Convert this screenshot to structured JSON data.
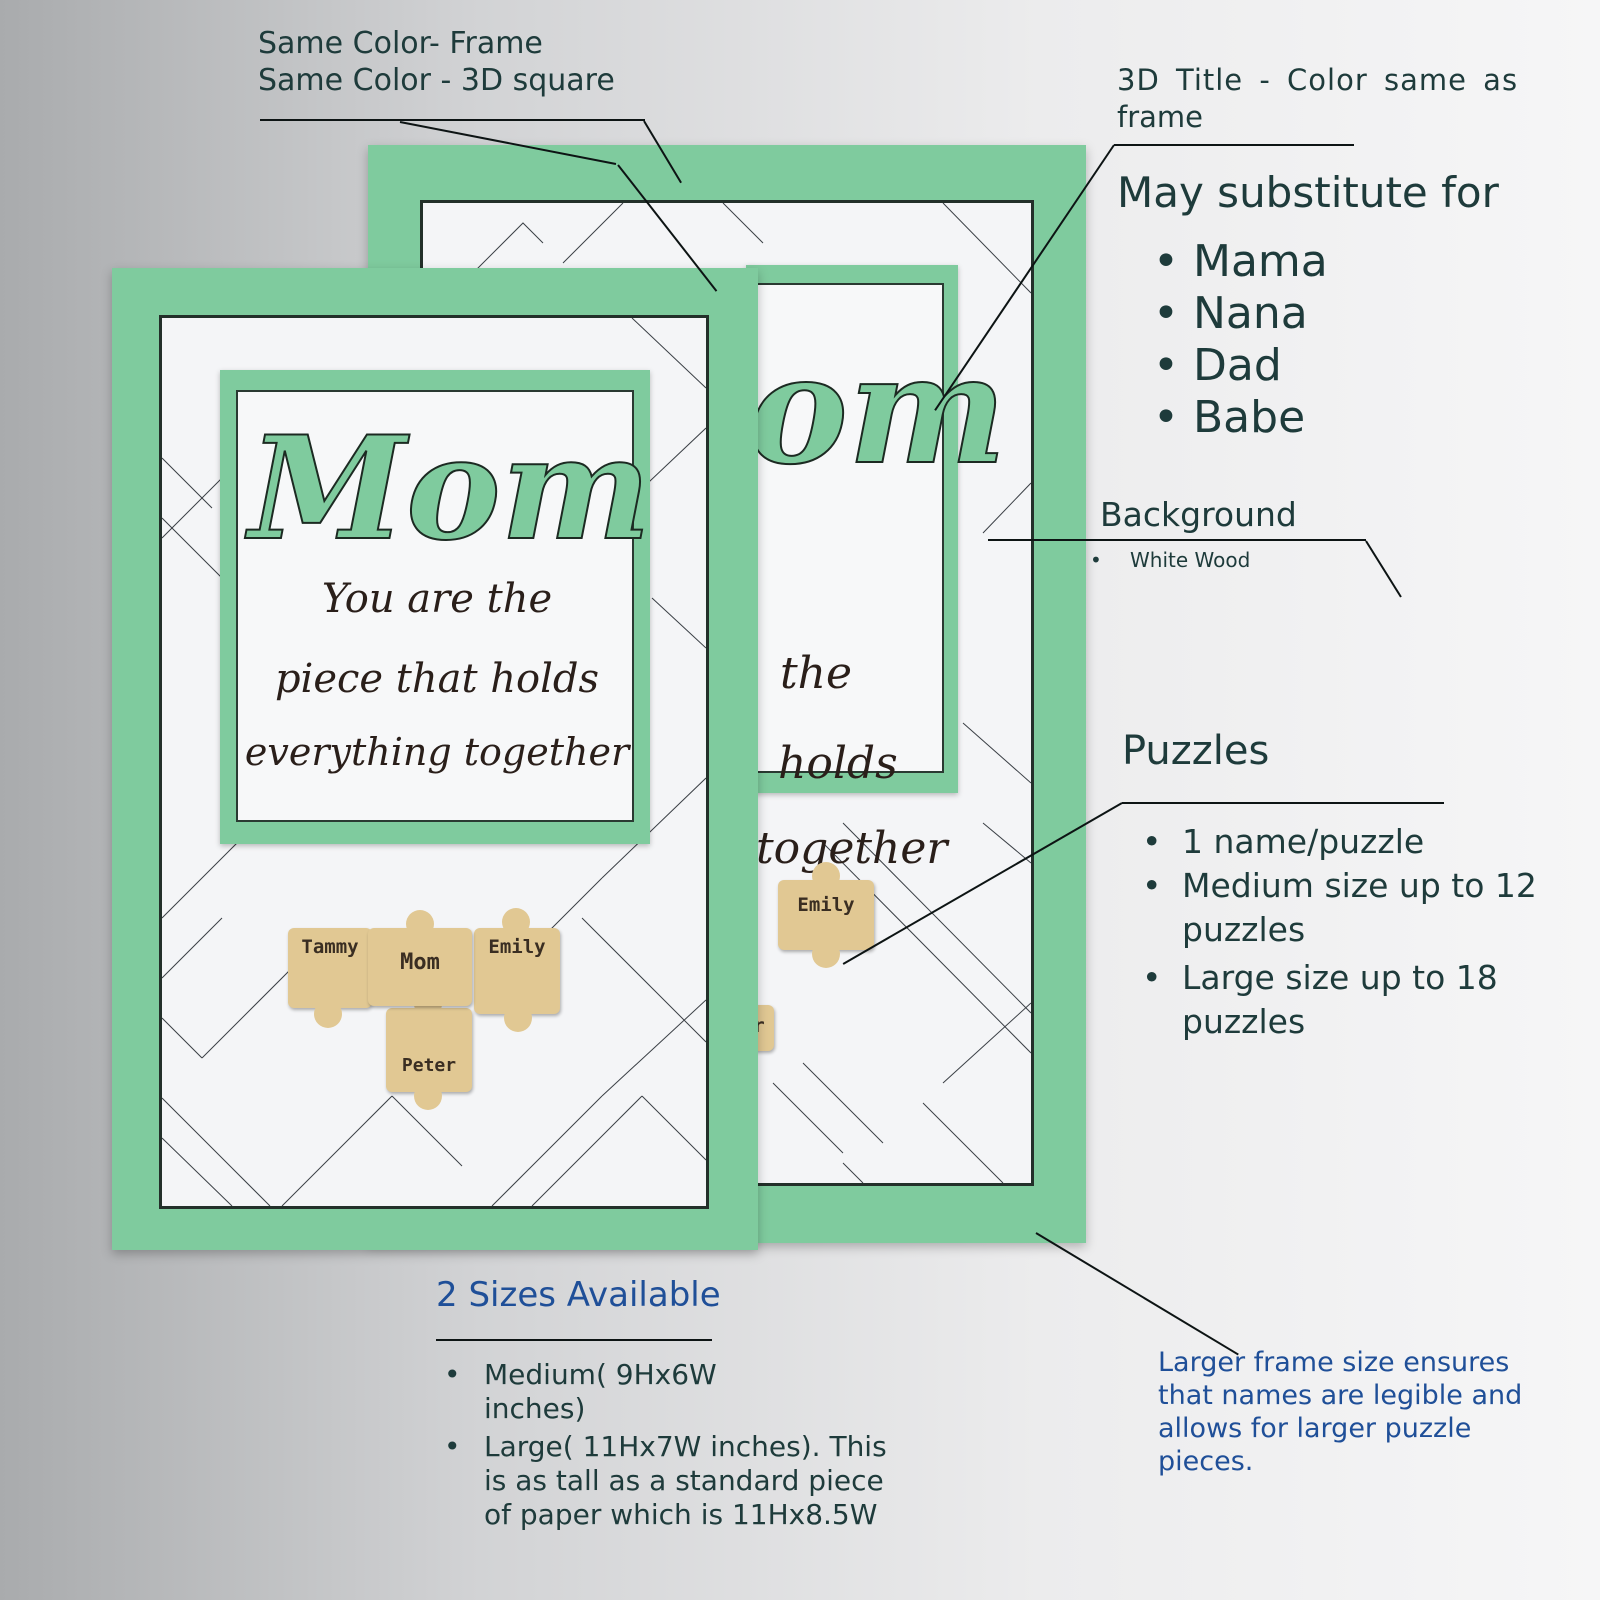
{
  "annotations": {
    "same_color_frame": "Same Color- Frame",
    "same_color_square": "Same Color - 3D square",
    "title_3d_line1": "3D Title - Color same as",
    "title_3d_line2": "frame",
    "substitute_heading": "May substitute for",
    "substitutes": [
      "Mama",
      "Nana",
      "Dad",
      "Babe"
    ],
    "background_heading": "Background",
    "background_item": "White Wood",
    "puzzles_heading": "Puzzles",
    "puzzle_items": [
      "1 name/puzzle",
      "Medium size up to 12 puzzles",
      "Large size up to 18 puzzles"
    ],
    "sizes_heading": "2 Sizes Available",
    "size_items": [
      "Medium( 9Hx6W inches)",
      "Large( 11Hx7W inches). This is as tall as a standard piece of paper which is 11Hx8.5W"
    ],
    "larger_frame_note": "Larger frame size ensures that names are legible and allows for larger puzzle pieces."
  },
  "product_front": {
    "title": "Mom",
    "quote_line1": "You are the",
    "quote_line2": "piece that holds",
    "quote_line3": "everything together",
    "puzzle_names": [
      "Tammy",
      "Mom",
      "Emily",
      "Peter"
    ]
  },
  "product_back": {
    "title_fragment": "om",
    "quote_line1": "the",
    "quote_line2": "holds",
    "quote_line3": "together",
    "puzzle_names": [
      "Emily",
      "r"
    ]
  },
  "colors": {
    "frame_green": "#7fcb9e",
    "wood": "#e1c893",
    "board_white": "#f4f5f7",
    "note_blue": "#1f4f98",
    "text_teal": "#1e3b3b"
  }
}
